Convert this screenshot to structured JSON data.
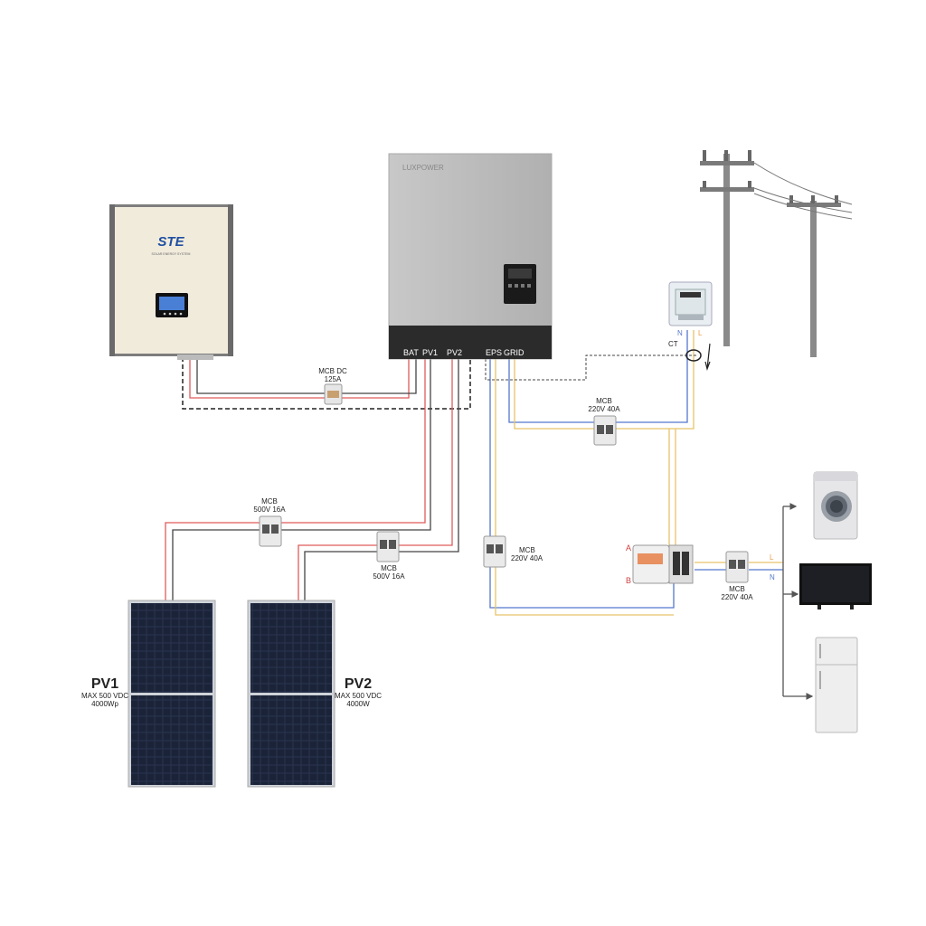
{
  "battery": {
    "brand": "STE",
    "subtitle": "SOLAR ENERGY SYSTEM"
  },
  "inverter": {
    "brand": "LUXPOWER",
    "ports": {
      "bat": "BAT",
      "pv1": "PV1",
      "pv2": "PV2",
      "eps": "EPS",
      "grid": "GRID"
    }
  },
  "meter": {
    "n_label": "N",
    "l_label": "L"
  },
  "ct_label": "CT",
  "breakers": {
    "dc": {
      "title": "MCB DC",
      "rating": "125A"
    },
    "grid": {
      "title": "MCB",
      "rating": "220V 40A"
    },
    "pv1": {
      "title": "MCB",
      "rating": "500V 16A"
    },
    "pv2": {
      "title": "MCB",
      "rating": "500V 16A"
    },
    "eps": {
      "title": "MCB",
      "rating": "220V 40A"
    },
    "load": {
      "title": "MCB",
      "rating": "220V 40A"
    }
  },
  "ats": {
    "a_label": "A",
    "b_label": "B"
  },
  "load_lines": {
    "l_label": "L",
    "n_label": "N"
  },
  "pv1": {
    "name": "PV1",
    "spec1": "MAX 500 VDC",
    "spec2": "4000Wp"
  },
  "pv2": {
    "name": "PV2",
    "spec1": "MAX 500 VDC",
    "spec2": "4000W"
  },
  "colors": {
    "red": "#e05a5a",
    "blue": "#5577cc",
    "yellow": "#e8c36a",
    "black": "#222222"
  },
  "loads": [
    "washing-machine-icon",
    "tv-icon",
    "refrigerator-icon"
  ]
}
